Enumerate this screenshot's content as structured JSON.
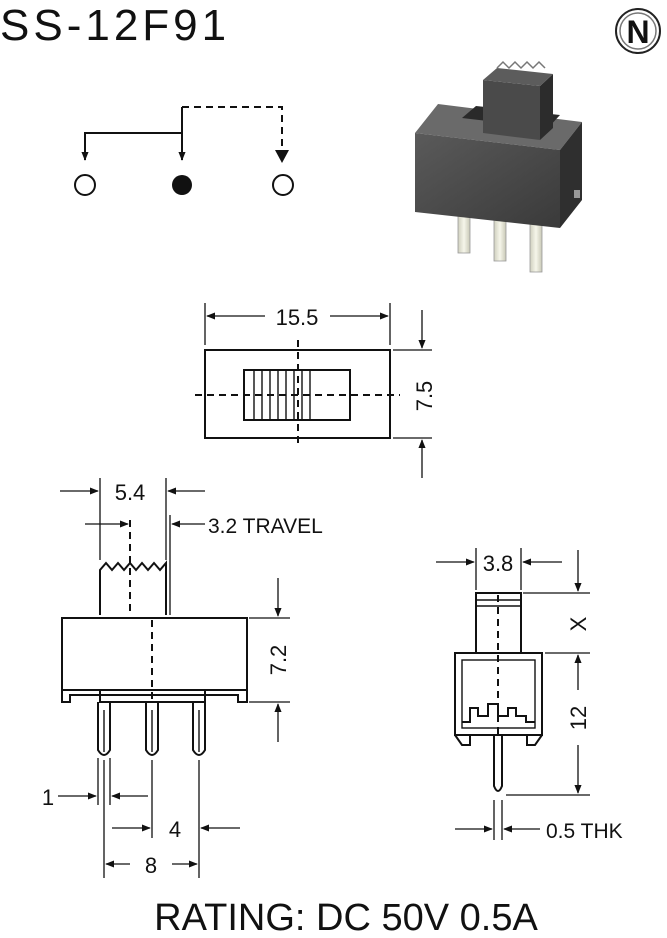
{
  "title": "SS-12F91",
  "logo_letter": "N",
  "rating": "RATING: DC 50V 0.5A",
  "colors": {
    "ink": "#111111",
    "body": "#444444",
    "pin": "#e6e6d8"
  },
  "top_view": {
    "length": "15.5",
    "width": "7.5"
  },
  "front_view": {
    "actuator_width": "5.4",
    "travel": "3.2 TRAVEL",
    "body_height": "7.2",
    "pin_thickness": "1",
    "pin_pitch": "4",
    "pin_span": "8"
  },
  "side_view": {
    "actuator_width": "3.8",
    "actuator_height": "X",
    "overall_height": "12",
    "thickness": "0.5 THK"
  }
}
